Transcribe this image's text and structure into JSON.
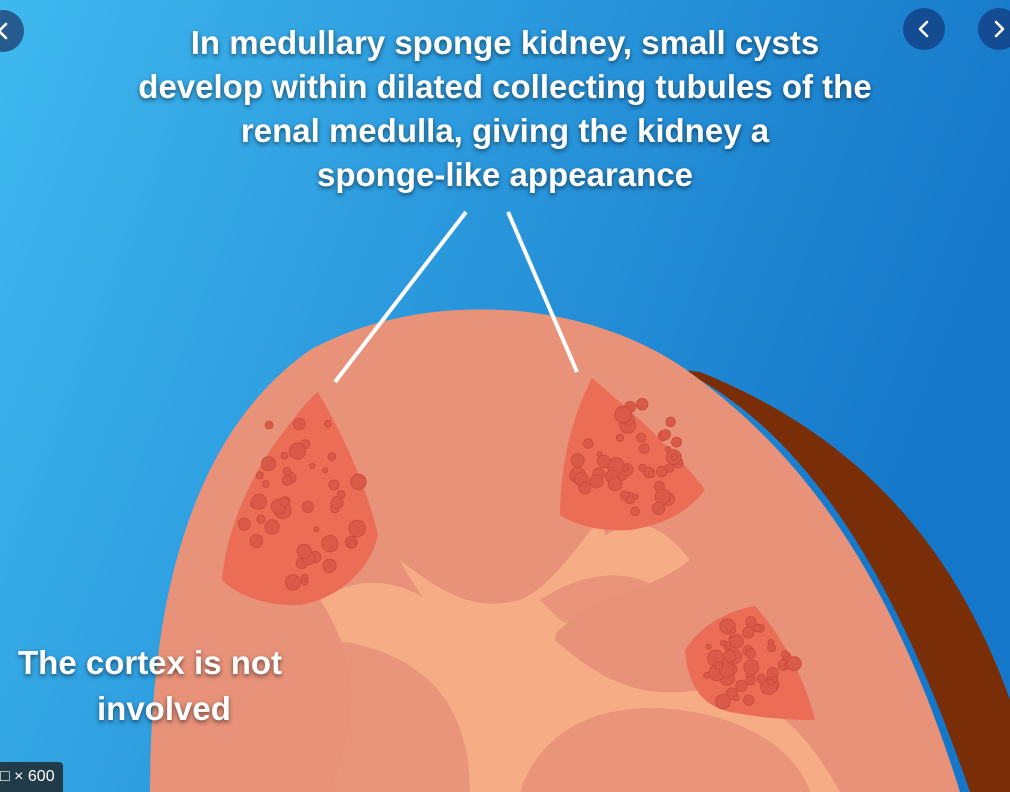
{
  "image": {
    "title_lines": [
      "In medullary sponge kidney, small cysts",
      "develop within dilated collecting tubules of the",
      "renal medulla, giving the kidney a",
      "sponge-like appearance"
    ],
    "caption_lines": [
      "The cortex is not",
      "involved"
    ]
  },
  "viewer": {
    "size_badge": "□ × 600",
    "prev_icon": "chevron-left-icon",
    "next_icon": "chevron-right-icon"
  },
  "colors": {
    "background_light": "#3fb8ef",
    "background_dark": "#1577c9",
    "cortex": "#e8927a",
    "medulla_pale": "#f6ad86",
    "pyramid": "#ec6d55",
    "cyst": "#d95a48",
    "capsule": "#7a2e07",
    "pointer_line": "#ffffff"
  }
}
